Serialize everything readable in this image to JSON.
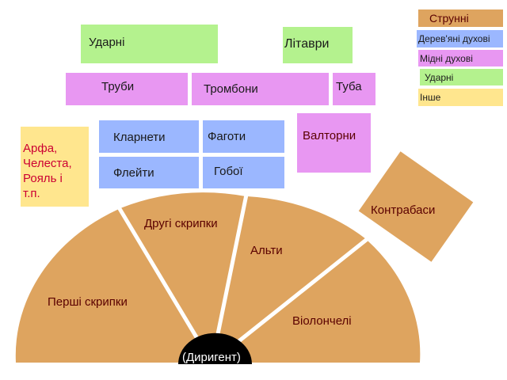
{
  "sections": {
    "percussion": "Ударні",
    "timpani": "Літаври",
    "trumpets": "Труби",
    "trombones": "Тромбони",
    "tuba": "Туба",
    "clarinets": "Кларнети",
    "bassoons": "Фаготи",
    "flutes": "Флейти",
    "oboes": "Гобої",
    "horns": "Валторни",
    "harp_group": [
      "Арфа,",
      "Челеста,",
      "Рояль і",
      "т.п."
    ],
    "double_basses": "Контрабаси",
    "first_violins": "Перші скрипки",
    "second_violins": "Другі скрипки",
    "violas": "Альти",
    "cellos": "Віолончелі",
    "conductor": "(Диригент)"
  },
  "legend": [
    {
      "label": "Струнні",
      "color": "#dea45f"
    },
    {
      "label": "Дерев'яні духові",
      "color": "#9bb7ff"
    },
    {
      "label": "Мідні духові",
      "color": "#e897f2"
    },
    {
      "label": "Ударні",
      "color": "#b4f28e"
    },
    {
      "label": "Інше",
      "color": "#ffe68e"
    }
  ],
  "colors": {
    "strings": "#dea45f",
    "woodwinds": "#9bb7ff",
    "brass": "#e897f2",
    "percussion": "#b4f28e",
    "other": "#ffe68e",
    "conductor": "#000000",
    "string_label": "#5a0000",
    "harp_label": "#cc0033"
  }
}
